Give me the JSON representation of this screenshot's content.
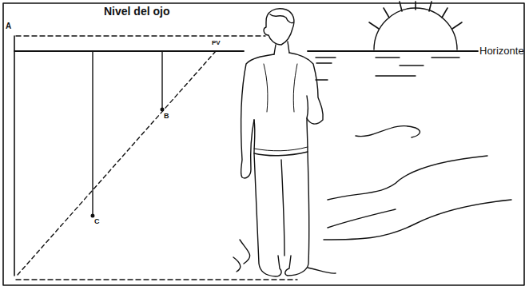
{
  "diagram": {
    "labels": [
      "Nivel del ojo",
      "A",
      "B",
      "C",
      "PV",
      "Horizonte"
    ]
  }
}
